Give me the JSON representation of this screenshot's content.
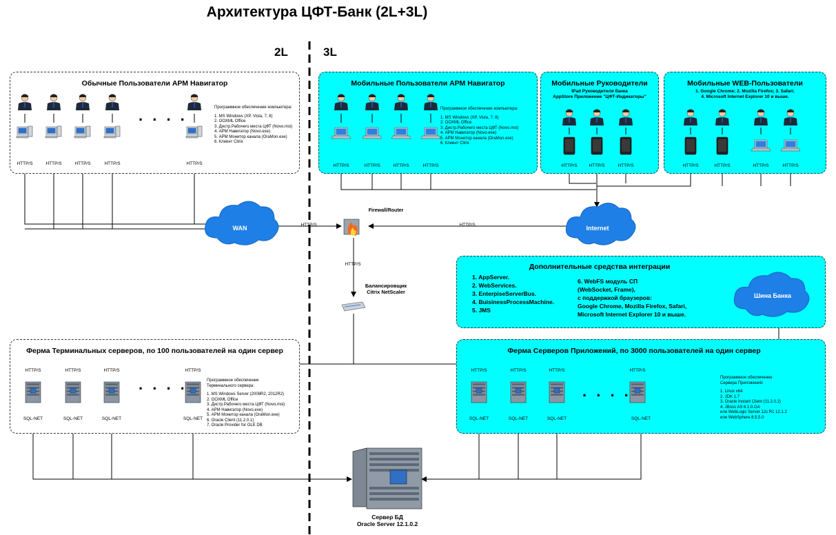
{
  "title": "Архитектура ЦФТ-Банк (2L+3L)",
  "tiers": {
    "left": "2L",
    "right": "3L"
  },
  "panels": {
    "arm_users": {
      "title": "Обычные Пользователи АРМ Навигатор",
      "software": [
        "Программное обеспечение компьютера:",
        "1. MS Windows (XP, Vista, 7, 8)",
        "2. OOXML Office",
        "3. Дистр.Рабочего места ЦФТ (Novo.msi)",
        "4. АРМ Навигатор (Novo.exe)",
        "5. АРМ Монитор канала (OraMon.exe)",
        "6. Клиент Citrix"
      ],
      "proto": "HTTP/S"
    },
    "mobile_arm": {
      "title": "Мобильные Пользователи АРМ Навигатор",
      "software": [
        "Программное обеспечение компьютера:",
        "1. MS Windows (XP, Vista, 7, 8)",
        "2. OOXML Office",
        "3. Дистр.Рабочего места ЦФТ (Novo.msi)",
        "4. АРМ Навигатор (Novo.exe)",
        "5. АРМ Монитор канала (OraMon.exe)",
        "6. Клиент Citrix"
      ],
      "proto": "HTTP/S"
    },
    "mobile_mgr": {
      "title": "Мобильные Руководители",
      "sub1": "IPad Руководителя банка",
      "sub2": "AppStore Приложение \"ЦФТ-Индикаторы\"",
      "proto": "HTTP/S"
    },
    "mobile_web": {
      "title": "Мобильные WEB-Пользователи",
      "sub1": "1. Google Chrome; 2. Mozilla Firefox; 3. Safari;",
      "sub2": "4. Microsoft Internet Explorer 10 и выше.",
      "proto": "HTTP/S"
    },
    "integration": {
      "title": "Дополнительные средства интеграции",
      "left": [
        "1. AppServer.",
        "2. WebServices.",
        "3. EnterpiseServerBus.",
        "4. BuisinessProcessMachine.",
        "5. JMS"
      ],
      "right": [
        "6. WebFS модуль СП",
        "(WebSocket, Frame),",
        "с поддержкой браузеров:",
        "Google Chrome, Mozilla Firefox, Safari,",
        "Microsoft Internet Explorer 10 и выше."
      ],
      "bus": "Шина Банка"
    },
    "terminal_farm": {
      "title": "Ферма Терминальных серверов, по 100 пользователей на один сервер",
      "software": [
        "Программное обеспечение",
        "Терминального сервера:",
        "",
        "1. MS Windows Server (2008R2, 2012R2)",
        "2. OOXML Office",
        "3. Дистр.Рабочего места ЦФТ (Novo.msi)",
        "4. АРМ Навигатор (Novo.exe)",
        "5. АРМ Монитор канала (OraMon.exe)",
        "6. Oracle Client (11.2.0.1)",
        "7. Oracle Provider for OLE DB"
      ],
      "proto_top": "HTTP/S",
      "proto_bottom": "SQL-NET"
    },
    "app_farm": {
      "title": "Ферма Серверов Приложений, по 3000 пользователей на один сервер",
      "software": [
        "Программное обеспечение",
        "Сервера Приложений:",
        "",
        "1. Linux x64",
        "2. JDK 1.7",
        "3. Oracle Instant Client (11.2.0.2)",
        "4. JBoss AS 6.1.0.GA",
        "или WebLogic Server 12c R1 12.1.2",
        "или WebSphere 8.5.5.0"
      ],
      "proto_top": "HTTP/S",
      "proto_bottom": "SQL-NET"
    }
  },
  "network": {
    "wan": "WAN",
    "internet": "Internet",
    "firewall": "Firewall/Router",
    "balancer1": "Балансировщик",
    "balancer2": "Citrix NetScaler",
    "proto": "HTTP/S"
  },
  "db": {
    "line1": "Сервер БД",
    "line2": "Oracle Server 12.1.0.2"
  },
  "dots": ". . . ."
}
